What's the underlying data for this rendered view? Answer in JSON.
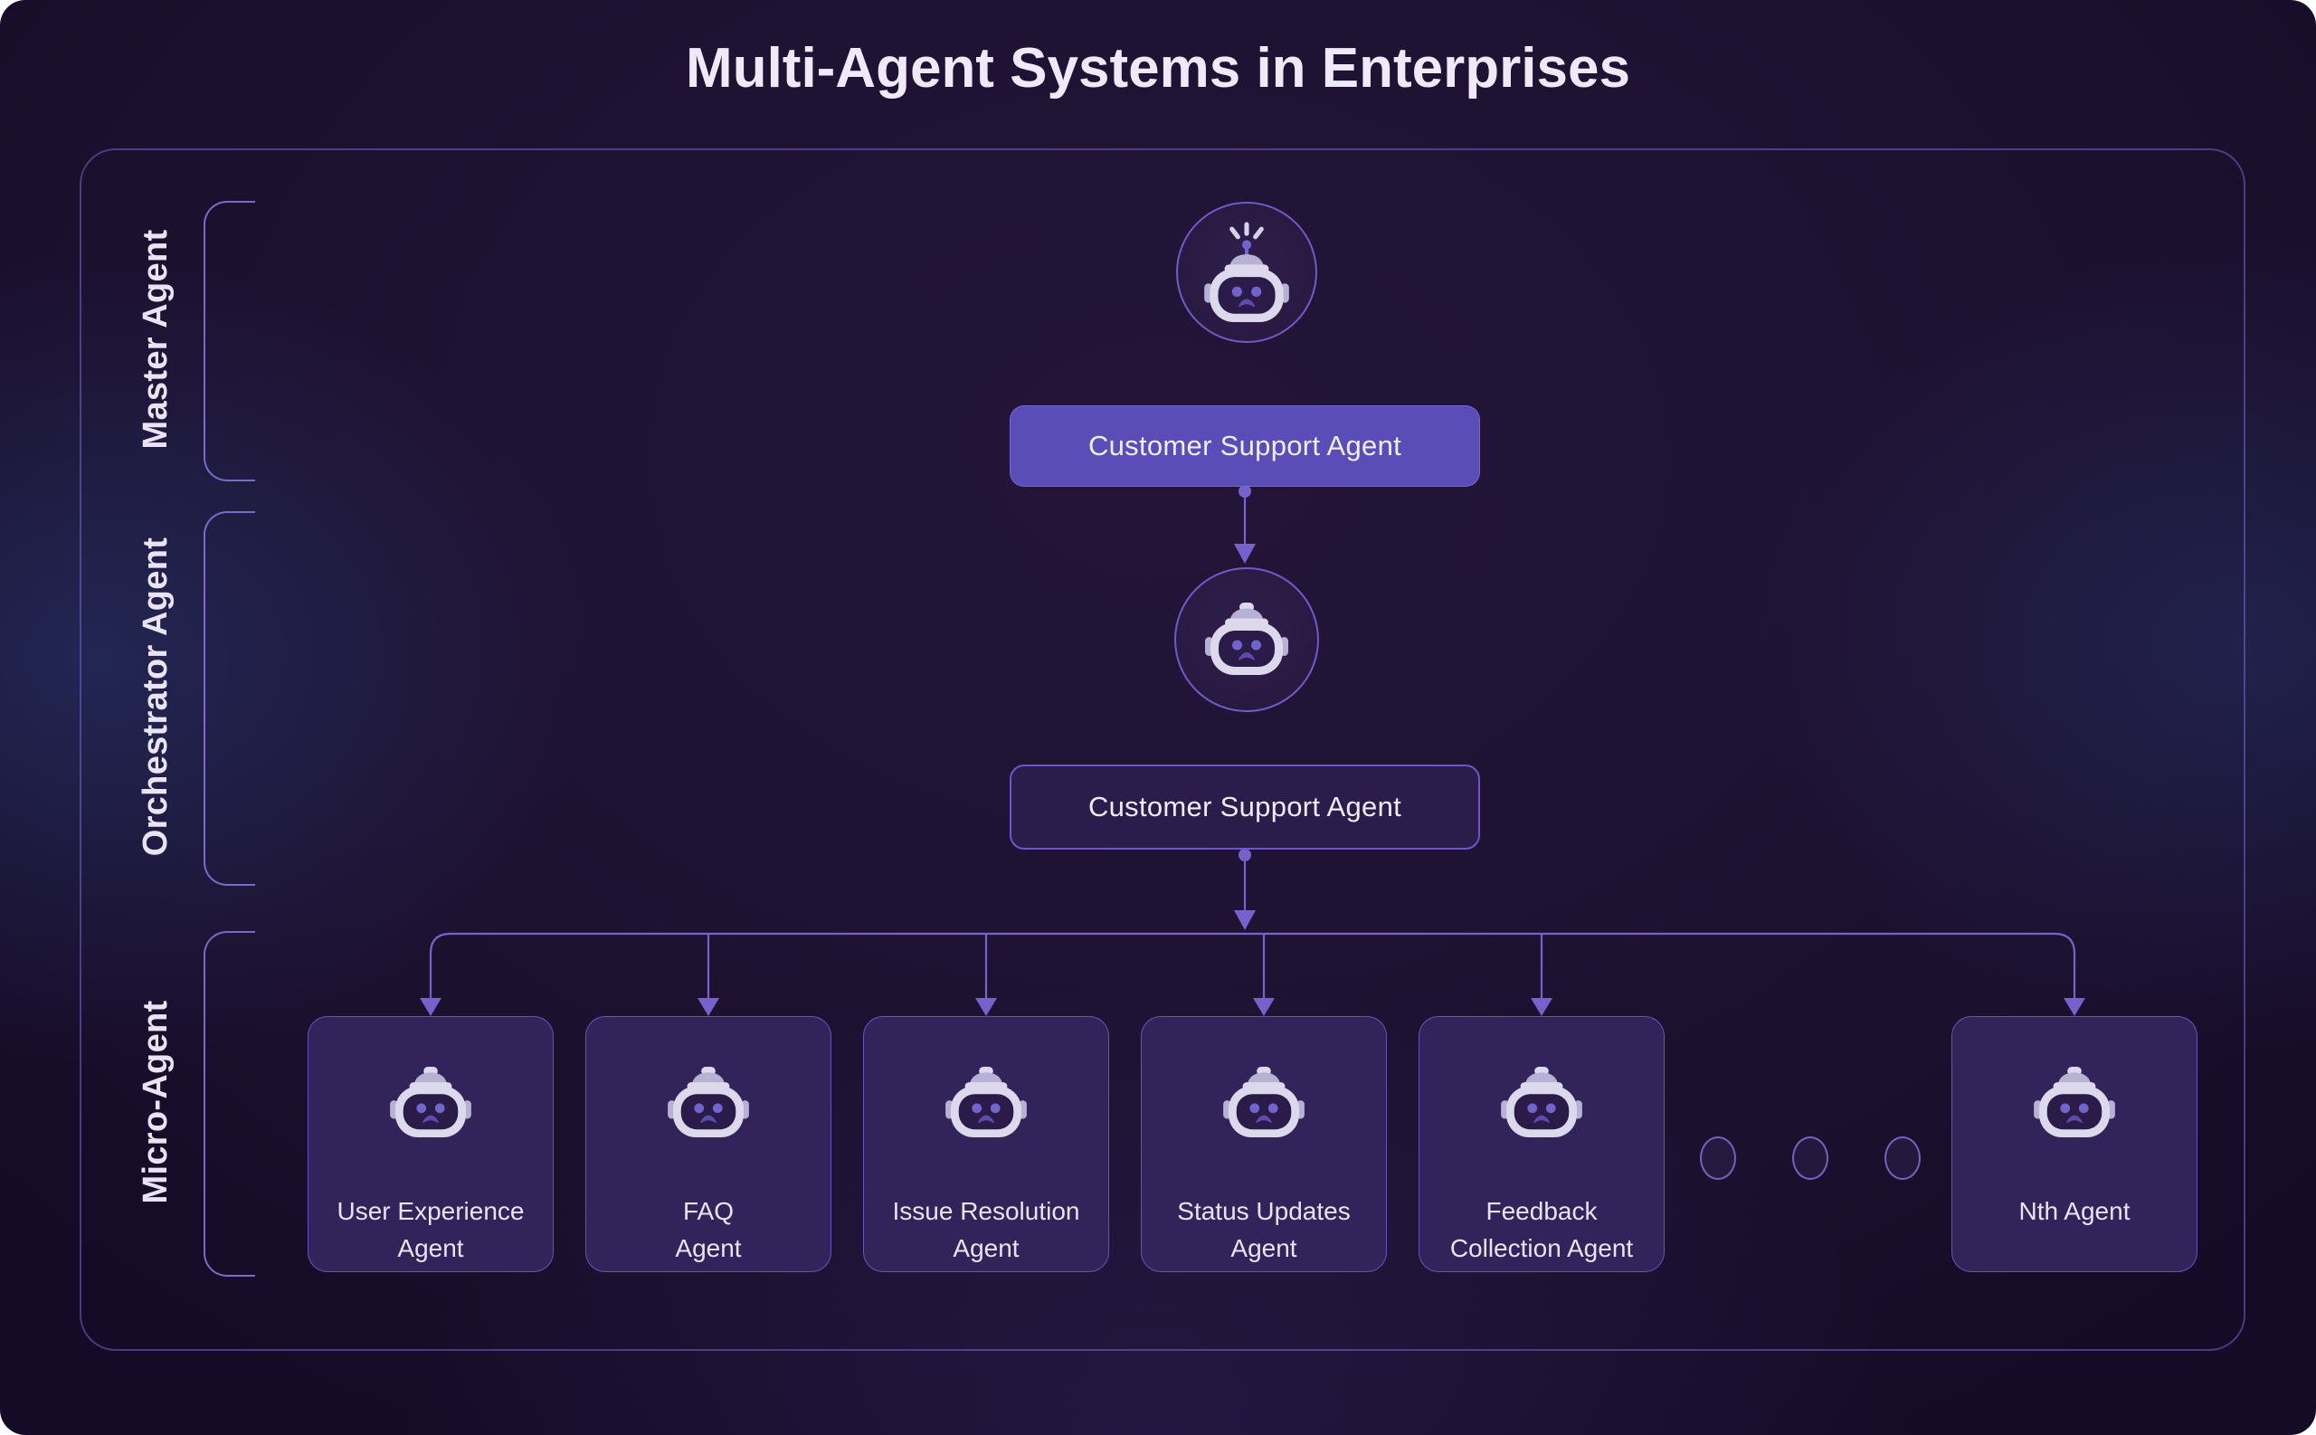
{
  "title": "Multi-Agent Systems in Enterprises",
  "theme": {
    "canvas_bg": "#1d1134",
    "accent": "#5b4db7",
    "line": "#7562cc",
    "frame_border": "#7b67d0",
    "bracket": "#8470d6",
    "node_fill": "#2b1c4b",
    "node_border": "#7054cf",
    "card_fill": "#32245a",
    "card_border": "#7a5ed2",
    "text_light": "#efe9f8",
    "robot_body": "#dcd9ec",
    "robot_shade": "#b7b1d4",
    "robot_face": "#2a1b48",
    "robot_eye": "#7165cd",
    "robot_mouth": "#5b4cae"
  },
  "tiers": [
    {
      "label": "Master Agent"
    },
    {
      "label": "Orchestrator Agent"
    },
    {
      "label": "Micro-Agent"
    }
  ],
  "master": {
    "icon": "robot-antenna-icon",
    "box_label": "Customer Support Agent"
  },
  "orchestrator": {
    "icon": "robot-icon",
    "box_label": "Customer Support Agent"
  },
  "micro": {
    "ellipsis_dot_count": 3,
    "agents": [
      {
        "label": "User Experience Agent",
        "label_lines": [
          "User Experience",
          "Agent"
        ],
        "icon": "robot-icon"
      },
      {
        "label": "FAQ Agent",
        "label_lines": [
          "FAQ",
          "Agent"
        ],
        "icon": "robot-icon"
      },
      {
        "label": "Issue Resolution Agent",
        "label_lines": [
          "Issue Resolution",
          "Agent"
        ],
        "icon": "robot-icon"
      },
      {
        "label": "Status Updates Agent",
        "label_lines": [
          "Status Updates",
          "Agent"
        ],
        "icon": "robot-icon"
      },
      {
        "label": "Feedback Collection Agent",
        "label_lines": [
          "Feedback",
          "Collection Agent"
        ],
        "icon": "robot-icon"
      },
      {
        "label": "Nth Agent",
        "label_lines": [
          "Nth Agent"
        ],
        "icon": "robot-icon"
      }
    ]
  }
}
